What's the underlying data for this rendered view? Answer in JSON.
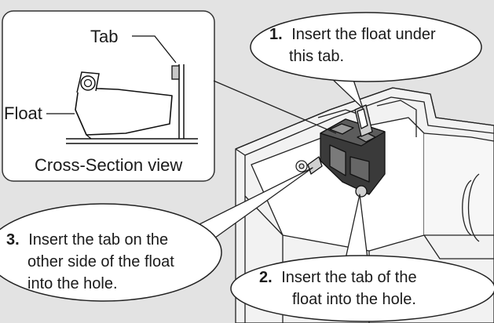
{
  "inset": {
    "tab_label": "Tab",
    "float_label": "Float",
    "caption": "Cross-Section view"
  },
  "steps": [
    {
      "num": "1.",
      "line1": "Insert the float under",
      "line2": "this tab."
    },
    {
      "num": "2.",
      "line1": "Insert the tab of the",
      "line2": "float into the hole."
    },
    {
      "num": "3.",
      "line1": "Insert the tab on the",
      "line2": "other side of the float",
      "line3": "into the hole."
    }
  ]
}
